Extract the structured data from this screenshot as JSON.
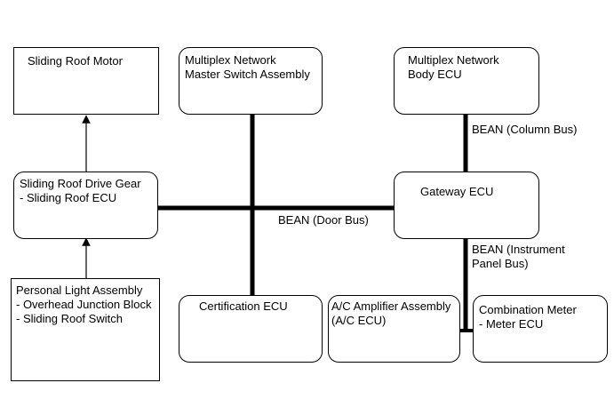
{
  "components": {
    "sliding_roof_motor": "Sliding Roof Motor",
    "master_switch": "Multiplex Network\nMaster Switch Assembly",
    "body_ecu": "Multiplex Network\nBody ECU",
    "drive_gear": "Sliding Roof Drive Gear\n- Sliding Roof ECU",
    "gateway_ecu": "Gateway ECU",
    "personal_light": "Personal Light Assembly\n- Overhead Junction Block\n- Sliding Roof Switch",
    "certification_ecu": "Certification ECU",
    "ac_amplifier": "A/C Amplifier Assembly\n(A/C ECU)",
    "combination_meter": "Combination Meter\n- Meter ECU"
  },
  "buses": {
    "column_bus": "BEAN (Column Bus)",
    "door_bus": "BEAN (Door Bus)",
    "instrument_panel_bus": "BEAN (Instrument\nPanel Bus)"
  }
}
